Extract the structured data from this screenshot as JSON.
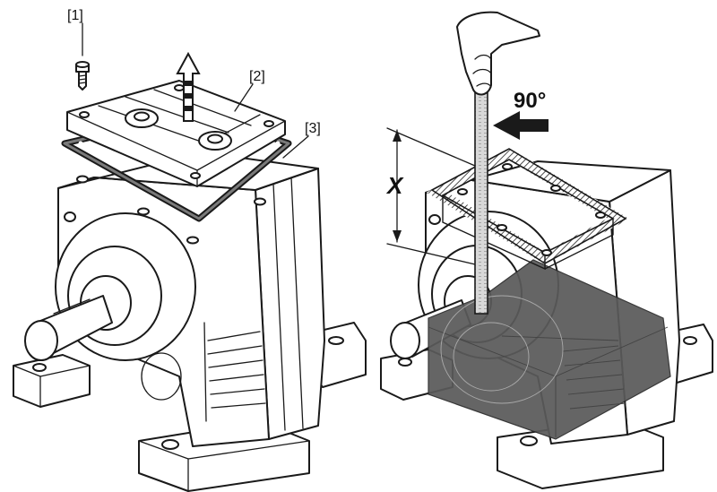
{
  "callouts": {
    "screw": "[1]",
    "cover": "[2]",
    "gasket": "[3]"
  },
  "measurement": {
    "angle": "90°",
    "distance": "X"
  },
  "colors": {
    "line": "#1a1a1a",
    "oil_fill": "#5a5a5a",
    "background": "#ffffff"
  },
  "icons": [
    "screw-icon",
    "lift-arrow-icon",
    "hand-icon",
    "dipstick-icon",
    "push-arrow-icon"
  ]
}
